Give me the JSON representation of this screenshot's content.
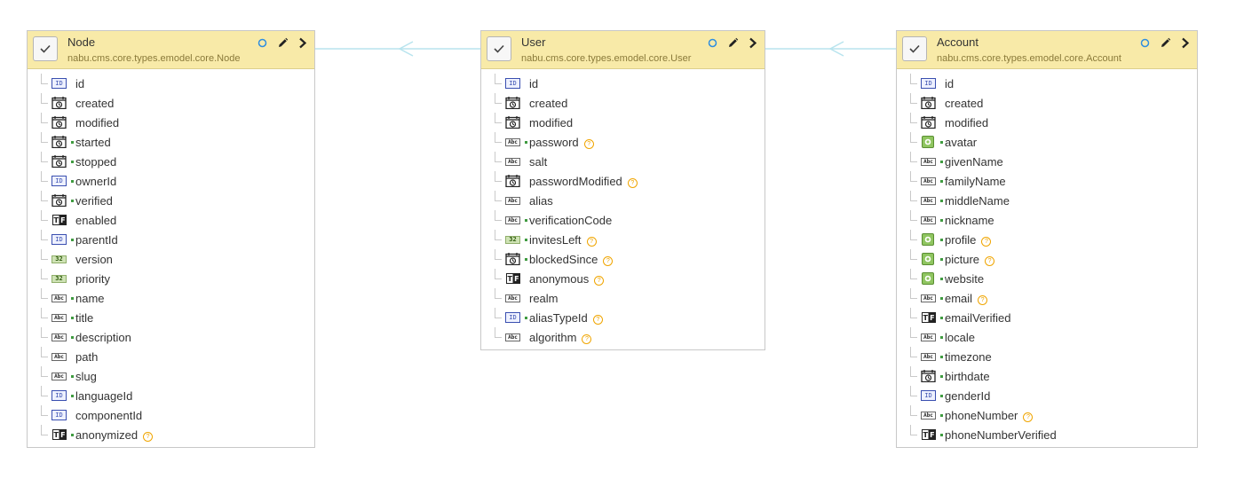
{
  "entities": [
    {
      "name": "Node",
      "path": "nabu.cms.core.types.emodel.core.Node",
      "fields": [
        {
          "label": "id",
          "icon": "id-icon",
          "required": false,
          "help": false
        },
        {
          "label": "created",
          "icon": "date-icon",
          "required": false,
          "help": false
        },
        {
          "label": "modified",
          "icon": "date-icon",
          "required": false,
          "help": false
        },
        {
          "label": "started",
          "icon": "date-icon",
          "required": true,
          "help": false
        },
        {
          "label": "stopped",
          "icon": "date-icon",
          "required": true,
          "help": false
        },
        {
          "label": "ownerId",
          "icon": "id-icon",
          "required": true,
          "help": false
        },
        {
          "label": "verified",
          "icon": "date-icon",
          "required": true,
          "help": false
        },
        {
          "label": "enabled",
          "icon": "boolean-icon",
          "required": false,
          "help": false
        },
        {
          "label": "parentId",
          "icon": "id-icon",
          "required": true,
          "help": false
        },
        {
          "label": "version",
          "icon": "number-icon",
          "required": false,
          "help": false
        },
        {
          "label": "priority",
          "icon": "number-icon",
          "required": false,
          "help": false
        },
        {
          "label": "name",
          "icon": "string-icon",
          "required": true,
          "help": false
        },
        {
          "label": "title",
          "icon": "string-icon",
          "required": true,
          "help": false
        },
        {
          "label": "description",
          "icon": "string-icon",
          "required": true,
          "help": false
        },
        {
          "label": "path",
          "icon": "string-icon",
          "required": false,
          "help": false
        },
        {
          "label": "slug",
          "icon": "string-icon",
          "required": true,
          "help": false
        },
        {
          "label": "languageId",
          "icon": "id-icon",
          "required": true,
          "help": false
        },
        {
          "label": "componentId",
          "icon": "id-icon",
          "required": false,
          "help": false
        },
        {
          "label": "anonymized",
          "icon": "boolean-icon",
          "required": true,
          "help": true
        }
      ]
    },
    {
      "name": "User",
      "path": "nabu.cms.core.types.emodel.core.User",
      "fields": [
        {
          "label": "id",
          "icon": "id-icon",
          "required": false,
          "help": false
        },
        {
          "label": "created",
          "icon": "date-icon",
          "required": false,
          "help": false
        },
        {
          "label": "modified",
          "icon": "date-icon",
          "required": false,
          "help": false
        },
        {
          "label": "password",
          "icon": "string-icon",
          "required": true,
          "help": true
        },
        {
          "label": "salt",
          "icon": "string-icon",
          "required": false,
          "help": false
        },
        {
          "label": "passwordModified",
          "icon": "date-icon",
          "required": false,
          "help": true
        },
        {
          "label": "alias",
          "icon": "string-icon",
          "required": false,
          "help": false
        },
        {
          "label": "verificationCode",
          "icon": "string-icon",
          "required": true,
          "help": false
        },
        {
          "label": "invitesLeft",
          "icon": "number-icon",
          "required": true,
          "help": true
        },
        {
          "label": "blockedSince",
          "icon": "date-icon",
          "required": true,
          "help": true
        },
        {
          "label": "anonymous",
          "icon": "boolean-icon",
          "required": false,
          "help": true
        },
        {
          "label": "realm",
          "icon": "string-icon",
          "required": false,
          "help": false
        },
        {
          "label": "aliasTypeId",
          "icon": "id-icon",
          "required": true,
          "help": true
        },
        {
          "label": "algorithm",
          "icon": "string-icon",
          "required": false,
          "help": true
        }
      ]
    },
    {
      "name": "Account",
      "path": "nabu.cms.core.types.emodel.core.Account",
      "fields": [
        {
          "label": "id",
          "icon": "id-icon",
          "required": false,
          "help": false
        },
        {
          "label": "created",
          "icon": "date-icon",
          "required": false,
          "help": false
        },
        {
          "label": "modified",
          "icon": "date-icon",
          "required": false,
          "help": false
        },
        {
          "label": "avatar",
          "icon": "blob-icon",
          "required": true,
          "help": false
        },
        {
          "label": "givenName",
          "icon": "string-icon",
          "required": true,
          "help": false
        },
        {
          "label": "familyName",
          "icon": "string-icon",
          "required": true,
          "help": false
        },
        {
          "label": "middleName",
          "icon": "string-icon",
          "required": true,
          "help": false
        },
        {
          "label": "nickname",
          "icon": "string-icon",
          "required": true,
          "help": false
        },
        {
          "label": "profile",
          "icon": "blob-icon",
          "required": true,
          "help": true
        },
        {
          "label": "picture",
          "icon": "blob-icon",
          "required": true,
          "help": true
        },
        {
          "label": "website",
          "icon": "blob-icon",
          "required": true,
          "help": false
        },
        {
          "label": "email",
          "icon": "string-icon",
          "required": true,
          "help": true
        },
        {
          "label": "emailVerified",
          "icon": "boolean-icon",
          "required": true,
          "help": false
        },
        {
          "label": "locale",
          "icon": "string-icon",
          "required": true,
          "help": false
        },
        {
          "label": "timezone",
          "icon": "string-icon",
          "required": true,
          "help": false
        },
        {
          "label": "birthdate",
          "icon": "date-icon",
          "required": true,
          "help": false
        },
        {
          "label": "genderId",
          "icon": "id-icon",
          "required": true,
          "help": false
        },
        {
          "label": "phoneNumber",
          "icon": "string-icon",
          "required": true,
          "help": true
        },
        {
          "label": "phoneNumberVerified",
          "icon": "boolean-icon",
          "required": true,
          "help": false
        }
      ]
    }
  ],
  "icon_text": {
    "id": "ID",
    "string": "Abc",
    "number": "32",
    "boolean": "TF",
    "help": "?"
  },
  "colors": {
    "header_bg": "#f8eaa8",
    "path_text": "#8a7a3a",
    "connector": "#b8e4ee",
    "required_dot": "#3f9b40",
    "help": "#f0a500",
    "circle_icon": "#2f8ee0"
  },
  "header_icons": [
    "circle-icon",
    "pencil-icon",
    "chevron-right-icon"
  ]
}
